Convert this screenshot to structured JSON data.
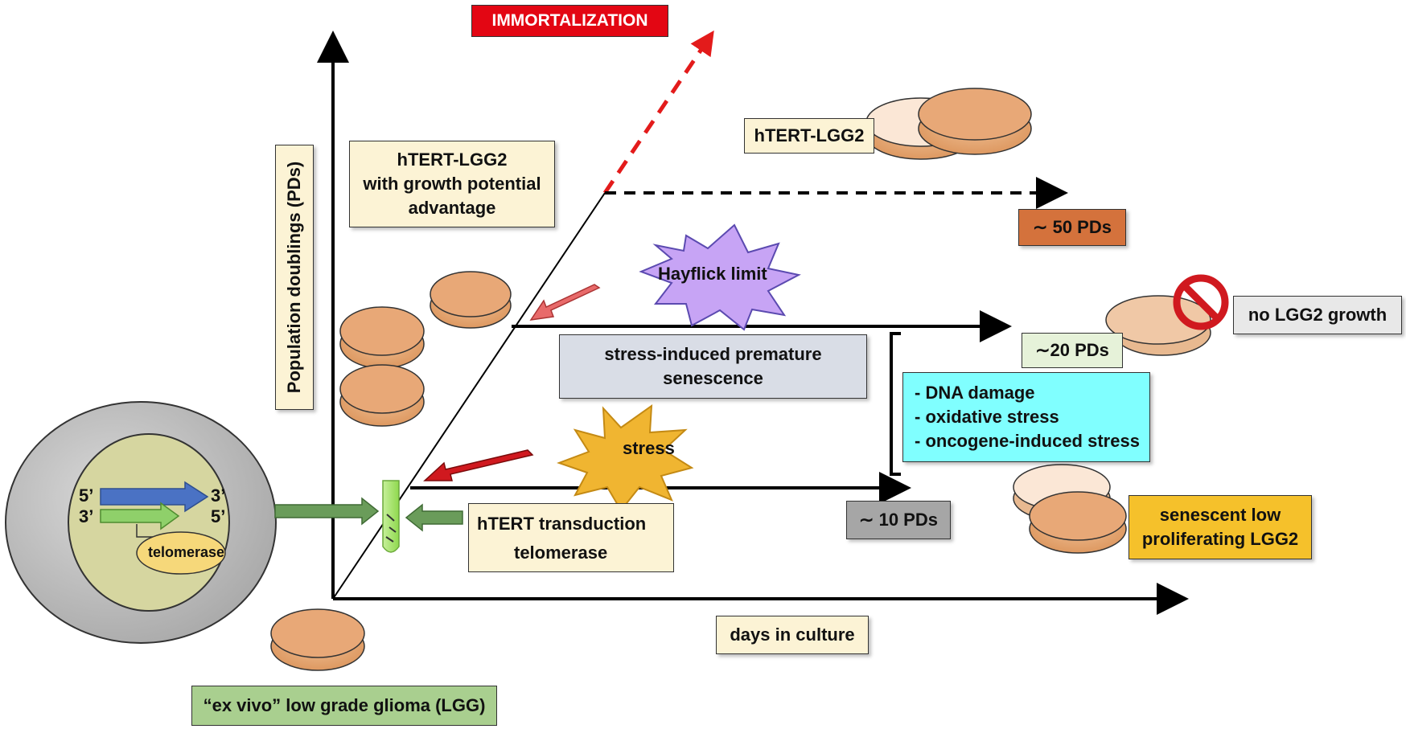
{
  "title": "IMMORTALIZATION",
  "axes": {
    "y_label": "Population doublings (PDs)",
    "x_label": "days in culture"
  },
  "labels": {
    "htert_lgg2_advantage": [
      "hTERT-LGG2",
      "with growth potential",
      "advantage"
    ],
    "htert_lgg2": "hTERT-LGG2",
    "pd50": "∼ 50 PDs",
    "hayflick": "Hayflick limit",
    "pd20": "∼20 PDs",
    "no_growth": "no LGG2 growth",
    "stress_senescence": [
      "stress-induced premature",
      "senescence"
    ],
    "stress_factors": [
      "- DNA damage",
      "- oxidative stress",
      "- oncogene-induced stress"
    ],
    "stress": "stress",
    "pd10": "∼ 10 PDs",
    "senescent": [
      "senescent low",
      "proliferating LGG2"
    ],
    "htert_transduction": "hTERT transduction",
    "telomerase_up": "telomerase",
    "ex_vivo": "“ex vivo” low grade glioma (LGG)",
    "telomerase_cell": "telomerase",
    "strand_5_top": "5’",
    "strand_3_top": "3’",
    "strand_3_bottom": "3’",
    "strand_5_bottom": "5’"
  },
  "colors": {
    "title_bg": "#e30613",
    "cream": "#fcf3d5",
    "orange_box": "#d4723c",
    "light_green_box": "#e6f2d9",
    "grey_box": "#e8e8e8",
    "slate_box": "#d9dde6",
    "cyan_box": "#80ffff",
    "dark_grey_box": "#a6a6a6",
    "gold_box": "#f5c12b",
    "green_box": "#a9cf8f",
    "red_dashed": "#e31b1b",
    "dish_fill": "#e8a877",
    "star_purple": "#c7a4f5",
    "star_gold": "#f0b531"
  }
}
